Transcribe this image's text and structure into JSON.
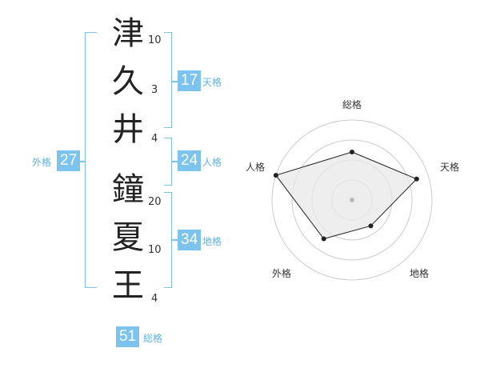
{
  "name": {
    "chars": [
      {
        "char": "津",
        "strokes": "10"
      },
      {
        "char": "久",
        "strokes": "3"
      },
      {
        "char": "井",
        "strokes": "4"
      },
      {
        "char": "鐘",
        "strokes": "20"
      },
      {
        "char": "夏",
        "strokes": "10"
      },
      {
        "char": "王",
        "strokes": "4"
      }
    ]
  },
  "grades": {
    "tenkaku": {
      "value": "17",
      "label": "天格"
    },
    "jinkaku": {
      "value": "24",
      "label": "人格"
    },
    "chikaku": {
      "value": "34",
      "label": "地格"
    },
    "gaikaku": {
      "value": "27",
      "label": "外格"
    },
    "soukaku": {
      "value": "51",
      "label": "総格"
    }
  },
  "radar": {
    "axes": [
      "総格",
      "天格",
      "地格",
      "外格",
      "人格"
    ],
    "values": [
      0.6,
      0.85,
      0.4,
      0.6,
      1.0
    ],
    "colors": {
      "fill": "#e8e8e8",
      "stroke": "#222222",
      "grid": "#cccccc",
      "accent": "#7cc4ee"
    }
  }
}
